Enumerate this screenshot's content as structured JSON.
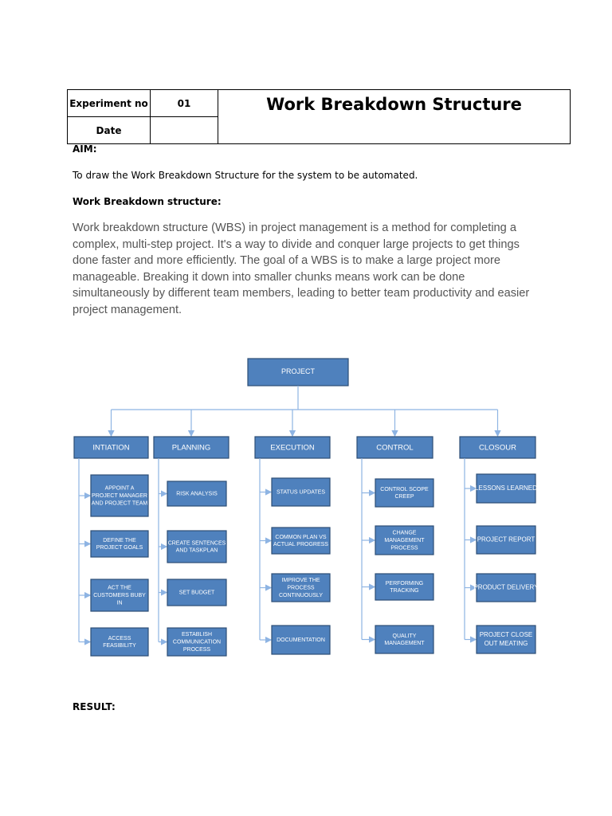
{
  "header": {
    "experiment_label": "Experiment no",
    "experiment_value": "01",
    "date_label": "Date",
    "date_value": "",
    "title": "Work Breakdown Structure"
  },
  "aim": {
    "heading": "AIM:",
    "text": "To draw the Work Breakdown Structure for the system to be automated."
  },
  "wbs_section": {
    "heading": "Work Breakdown structure:",
    "paragraph": "Work breakdown structure (WBS) in project management is a method for completing a complex, multi-step project. It's a way to divide and conquer large projects to get things done faster and more efficiently. The goal of a WBS is to make a large project more manageable. Breaking it down into smaller chunks means work can be done simultaneously by different team members, leading to better team productivity and easier project management."
  },
  "diagram": {
    "root": "PROJECT",
    "box_fill": "#4f81bd",
    "box_stroke": "#2c4d75",
    "connector_color": "#8eb4e3",
    "phases": [
      {
        "label": "INTIATION",
        "tasks": [
          "APPOINT A PROJECT MANAGER AND PROJECT TEAM",
          "DEFINE THE PROJECT GOALS",
          "ACT THE CUSTOMERS BUBY IN",
          "ACCESS FEASIBILITY"
        ]
      },
      {
        "label": "PLANNING",
        "tasks": [
          "RISK ANALYSIS",
          "CREATE SENTENCES AND TASKPLAN",
          "SET BUDGET",
          "ESTABLISH COMMUNICATION PROCESS"
        ]
      },
      {
        "label": "EXECUTION",
        "tasks": [
          "STATUS UPDATES",
          "COMMON PLAN VS ACTUAL PROGRESS",
          "IMPROVE THE PROCESS CONTINUOUSLY",
          "DOCUMENTATION"
        ]
      },
      {
        "label": "CONTROL",
        "tasks": [
          "CONTROL SCOPE CREEP",
          "CHANGE MANAGEMENT PROCESS",
          "PERFORMING TRACKING",
          "QUALITY MANAGEMENT"
        ]
      },
      {
        "label": "CLOSOUR",
        "tasks": [
          "LESSONS LEARNED",
          "PROJECT REPORT",
          "PRODUCT DELIVERY",
          "PROJECT CLOSE OUT MEATING"
        ]
      }
    ]
  },
  "result": {
    "heading": "RESULT:"
  }
}
